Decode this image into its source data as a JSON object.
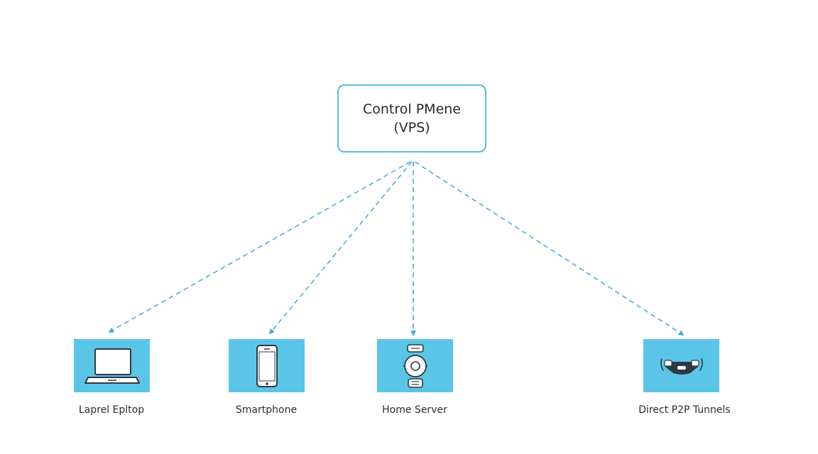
{
  "control_node": {
    "title": "Control PMene",
    "subtitle": "(VPS)"
  },
  "devices": [
    {
      "label": "Laprel Epltop",
      "icon": "laptop-icon"
    },
    {
      "label": "Smartphone",
      "icon": "smartphone-icon"
    },
    {
      "label": "Home Server",
      "icon": "home-server-icon"
    },
    {
      "label": "Direct P2P Tunnels",
      "icon": "p2p-tunnel-icon"
    }
  ],
  "colors": {
    "accent": "#5bbcdc",
    "tile": "#5bc5e8",
    "connector": "#4aaed6",
    "text": "#2a2a2a"
  }
}
